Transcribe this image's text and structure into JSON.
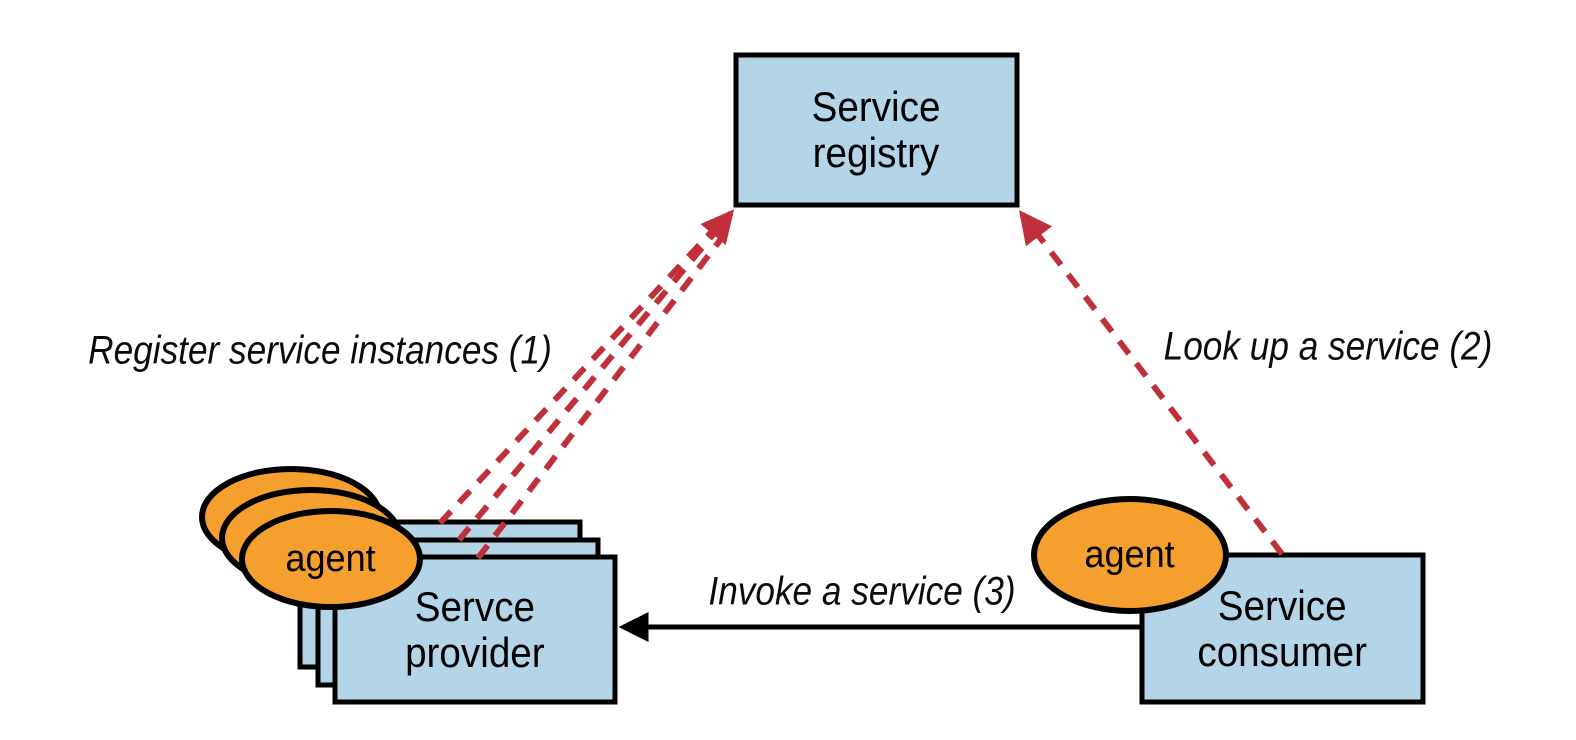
{
  "diagram": {
    "type": "service-discovery-pattern",
    "colors": {
      "node_fill": "#b4d5e8",
      "agent_fill": "#f5a02e",
      "arrow_red": "#c0303a",
      "arrow_black": "#000000",
      "border": "#000000",
      "background": "#ffffff"
    },
    "nodes": {
      "registry": {
        "label": "Service\nregistry"
      },
      "provider": {
        "label": "Servce\nprovider",
        "agent_label": "agent",
        "instance_count": 3
      },
      "consumer": {
        "label": "Service\nconsumer",
        "agent_label": "agent"
      }
    },
    "edges": {
      "register": {
        "label": "Register service instances (1)",
        "from": "provider",
        "to": "registry",
        "style": "dashed",
        "line_count": 3
      },
      "lookup": {
        "label": "Look up a service (2)",
        "from": "consumer",
        "to": "registry",
        "style": "dashed",
        "line_count": 1
      },
      "invoke": {
        "label": "Invoke a service (3)",
        "from": "consumer",
        "to": "provider",
        "style": "solid",
        "line_count": 1
      }
    }
  }
}
